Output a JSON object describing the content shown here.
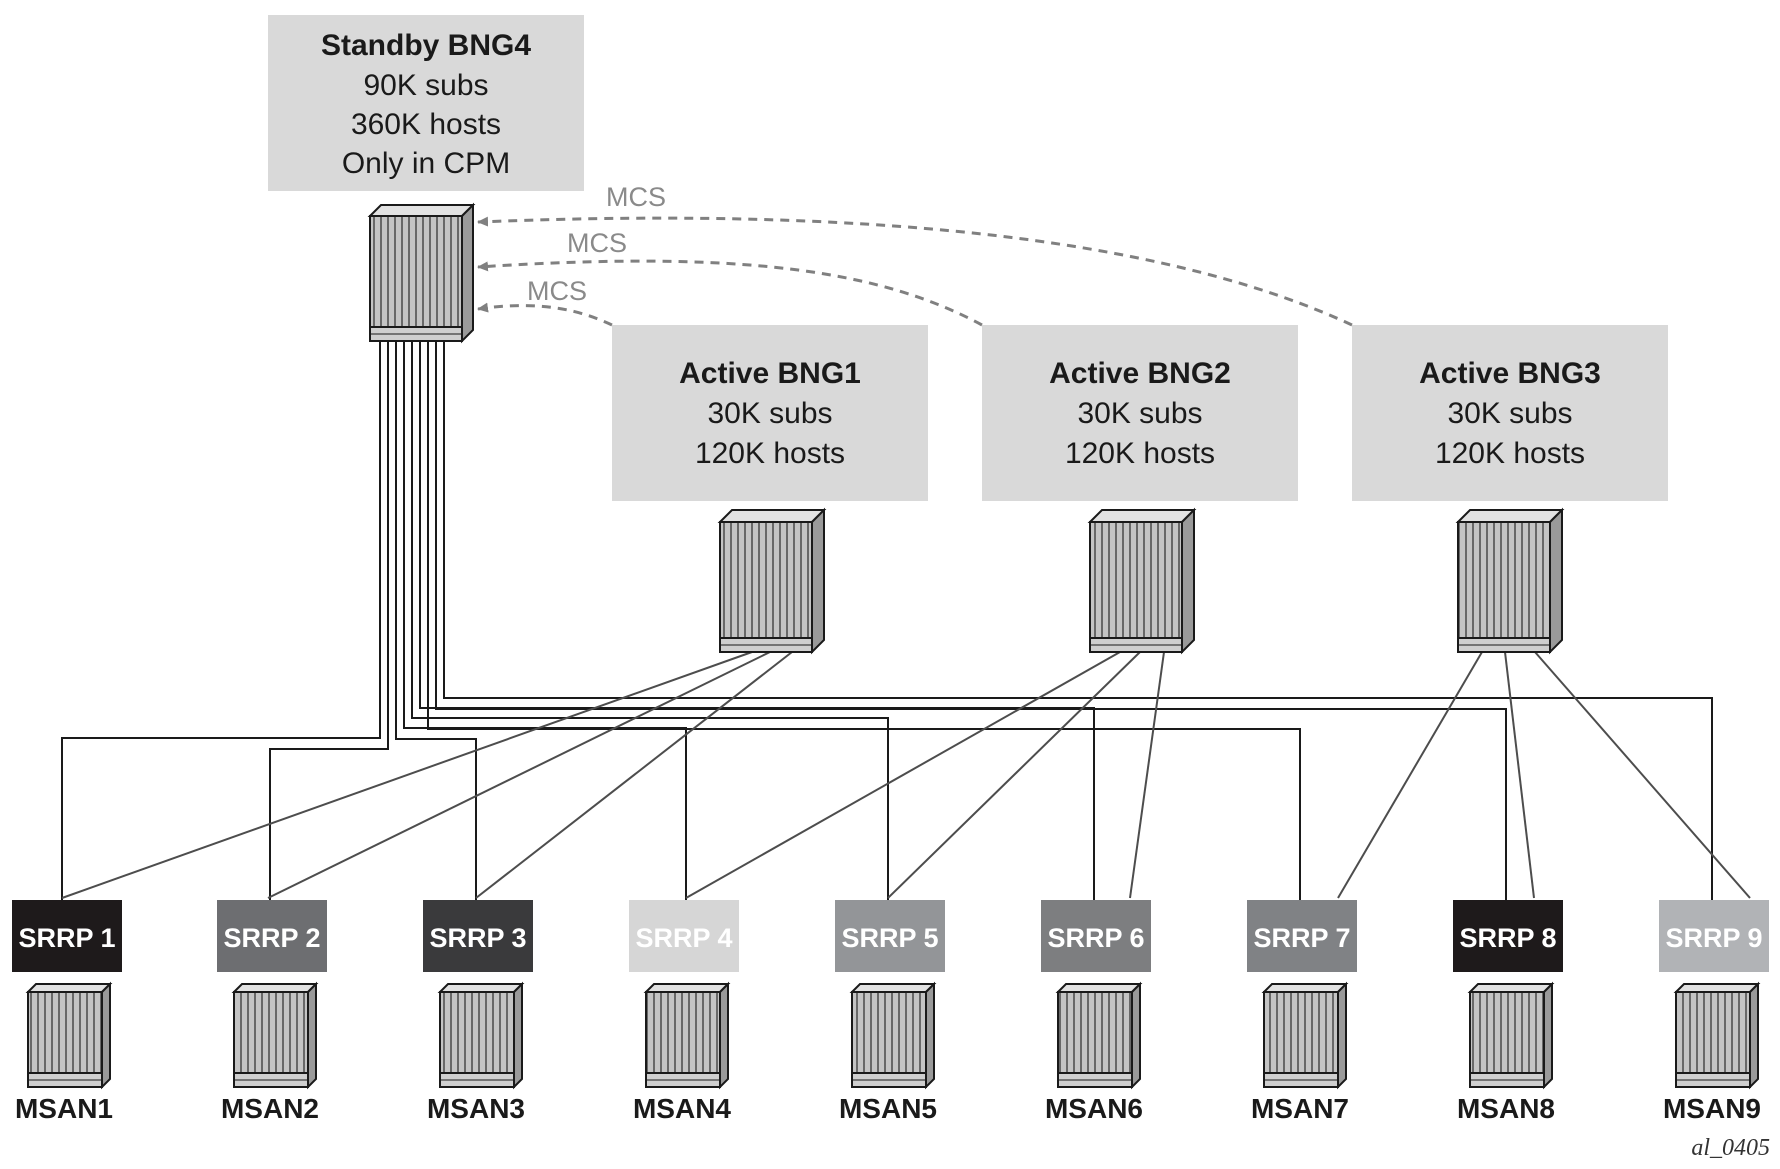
{
  "standby": {
    "title": "Standby BNG4",
    "lines": [
      "90K subs",
      "360K hosts",
      "Only in CPM"
    ]
  },
  "actives": [
    {
      "title": "Active BNG1",
      "lines": [
        "30K subs",
        "120K hosts"
      ]
    },
    {
      "title": "Active BNG2",
      "lines": [
        "30K subs",
        "120K hosts"
      ]
    },
    {
      "title": "Active BNG3",
      "lines": [
        "30K subs",
        "120K hosts"
      ]
    }
  ],
  "mcs_links": [
    {
      "label": "MCS",
      "from": "Active BNG3"
    },
    {
      "label": "MCS",
      "from": "Active BNG2"
    },
    {
      "label": "MCS",
      "from": "Active BNG1"
    }
  ],
  "srrp": [
    {
      "label": "SRRP 1",
      "color": "#1e1a1b"
    },
    {
      "label": "SRRP 2",
      "color": "#6d6e71"
    },
    {
      "label": "SRRP 3",
      "color": "#3a3a3c"
    },
    {
      "label": "SRRP 4",
      "color": "#d6d6d6"
    },
    {
      "label": "SRRP 5",
      "color": "#939598"
    },
    {
      "label": "SRRP 6",
      "color": "#7d7e80"
    },
    {
      "label": "SRRP 7",
      "color": "#808285"
    },
    {
      "label": "SRRP 8",
      "color": "#1e1a1b"
    },
    {
      "label": "SRRP 9",
      "color": "#b1b3b6"
    }
  ],
  "msans": [
    "MSAN1",
    "MSAN2",
    "MSAN3",
    "MSAN4",
    "MSAN5",
    "MSAN6",
    "MSAN7",
    "MSAN8",
    "MSAN9"
  ],
  "figure_id": "al_0405",
  "colors": {
    "box_fill": "#d9d9d9",
    "router_fill": "#bdbdbd",
    "mcs_line": "#808080",
    "link_line": "#4d4d4d",
    "standby_line": "#1a1a1a"
  }
}
